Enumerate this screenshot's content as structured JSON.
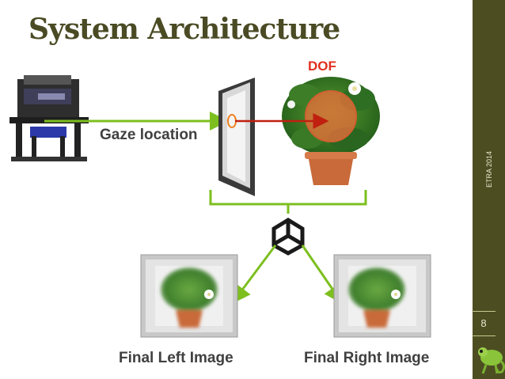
{
  "title": "System Architecture",
  "sidebar": {
    "conference": "ETRA 2014",
    "page_number": "8"
  },
  "labels": {
    "gaze": "Gaze  location",
    "dof": "DOF",
    "final_left": "Final Left Image",
    "final_right": "Final Right Image"
  },
  "icons": {
    "eye_tracker": "eye-tracker-device-icon",
    "screen": "display-frame-icon",
    "plant": "potted-plant-icon",
    "engine": "unity-logo-icon",
    "mascot": "chameleon-icon"
  },
  "colors": {
    "arrow_green": "#7dbf1f",
    "dof_red": "#e03020",
    "sidebar": "#4d4d22",
    "title": "#4a4a24"
  }
}
